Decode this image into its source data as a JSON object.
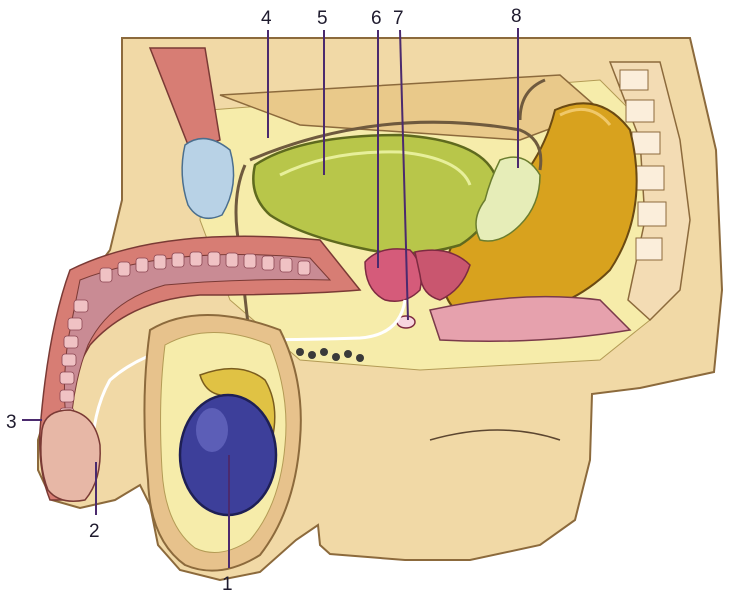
{
  "figure": {
    "labels": {
      "l1": "1",
      "l2": "2",
      "l3": "3",
      "l4": "4",
      "l5": "5",
      "l6": "6",
      "l7": "7",
      "l8": "8"
    },
    "colors": {
      "skin": "#f1d9a6",
      "skin_edge": "#8c6a3c",
      "fat": "#f6ecaa",
      "bladder": "#b8c64a",
      "prostate": "#d55b7a",
      "testis": "#3d3f9a",
      "rectum": "#d8a21e",
      "seminal_vesicle": "#e6edb8",
      "spine": "#f3dcb4",
      "muscle": "#d77d74",
      "bone_pubis": "#b8d2e6",
      "erectile": "#c98b94",
      "label_line": "#4b2a6e"
    }
  }
}
